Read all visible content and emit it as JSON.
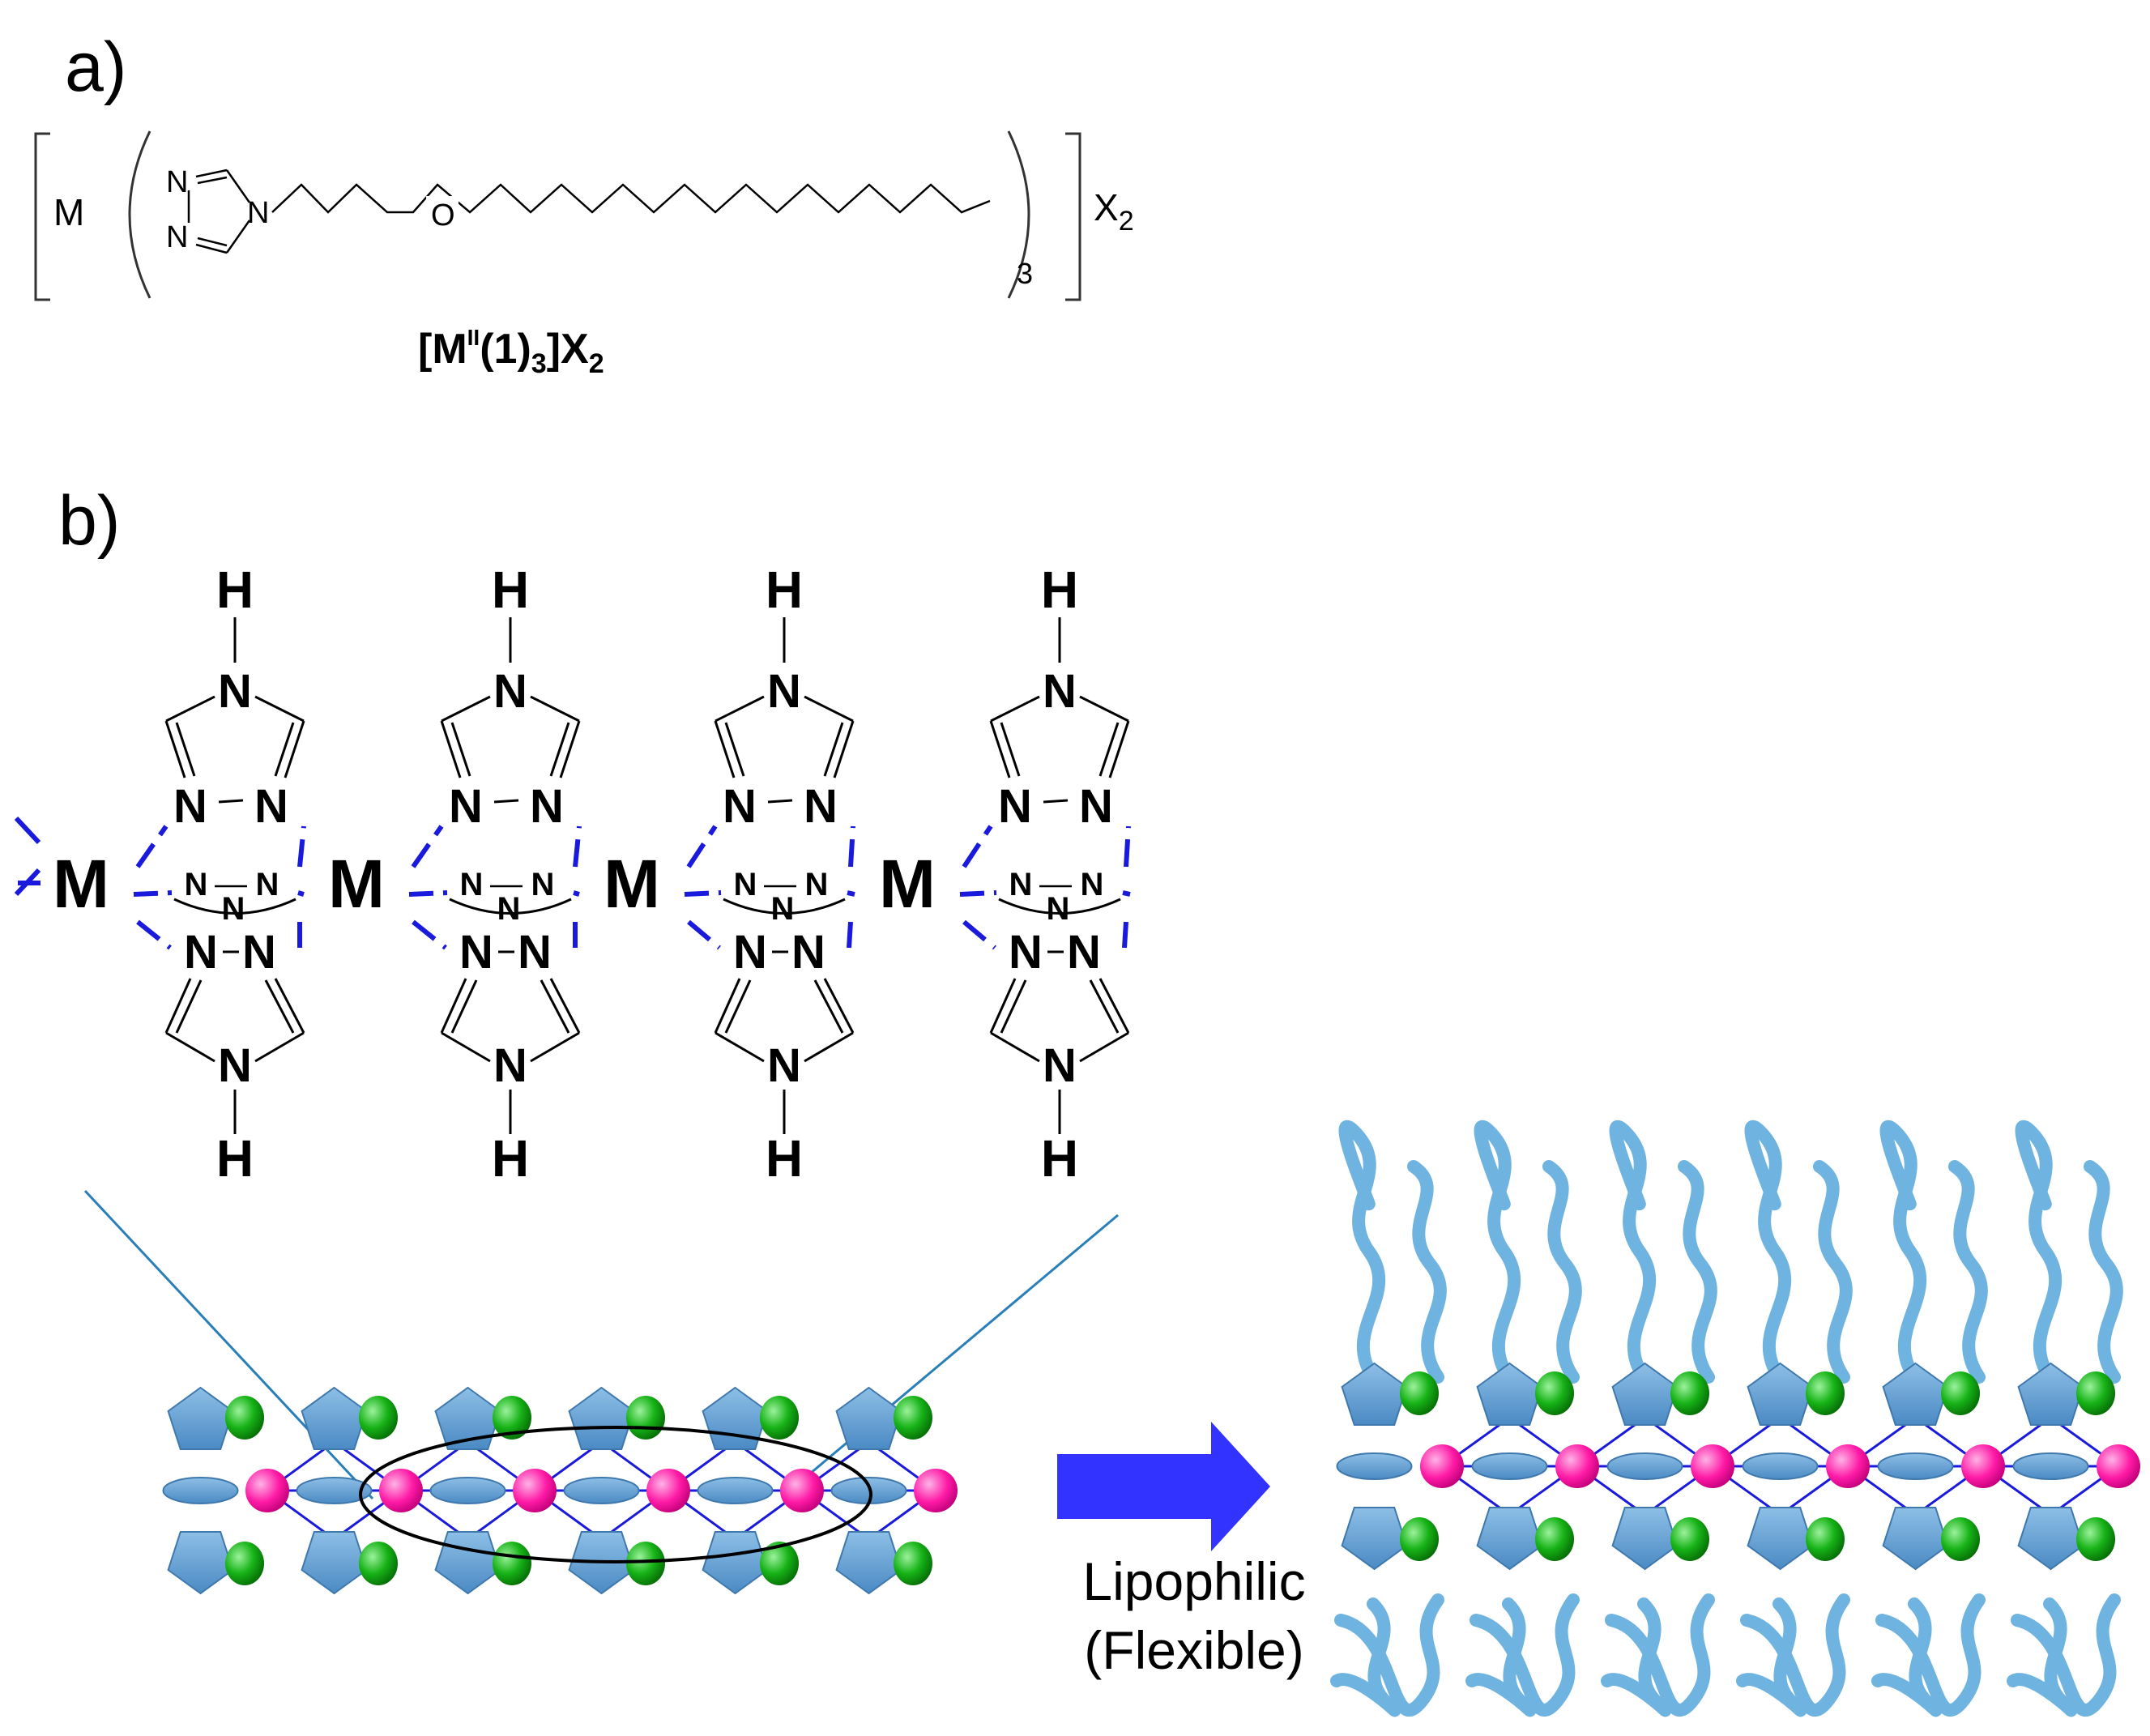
{
  "panel_a": {
    "label": "a)",
    "metal": "M",
    "ring_atoms": [
      "N",
      "N",
      "N"
    ],
    "oxygen": "O",
    "subscript_3": "3",
    "counter_ion": "X",
    "counter_ion_sub": "2",
    "formula": {
      "open": "[M",
      "ox_state": "II",
      "ligand": "(1)",
      "ligand_sub": "3",
      "close": "]X",
      "close_sub": "2"
    }
  },
  "panel_b": {
    "label": "b)",
    "metal_symbol": "M",
    "nitrogen": "N",
    "hydrogen": "H",
    "arrow_caption_line1": "Lipophilic",
    "arrow_caption_line2": "(Flexible)"
  },
  "colors": {
    "coordination_bond": "#1a1adc",
    "metal_ion": "#ff1aa6",
    "counter_anion": "#10a010",
    "triazole_block": "#5b9bd5",
    "alkyl_chain": "#6fb3e0",
    "arrow": "#3333ff",
    "zoom_line": "#2a7fb8"
  }
}
